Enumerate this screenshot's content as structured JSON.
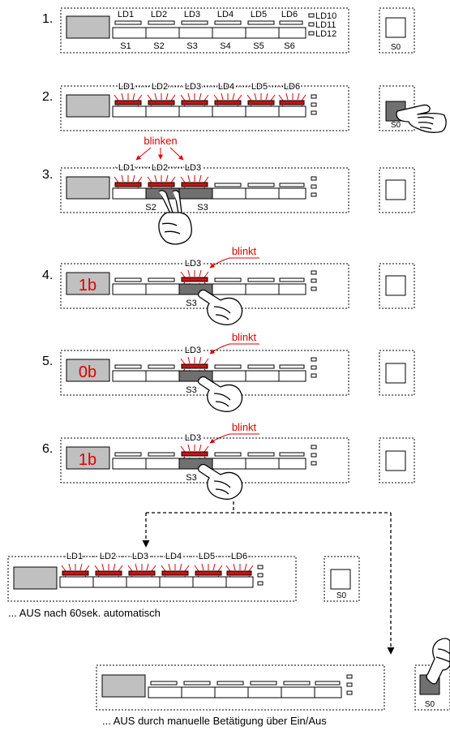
{
  "colors": {
    "led_off": "#ffffff",
    "led_on": "#cc1111",
    "display": "#c0c0c0",
    "pressed": "#707070",
    "annotation": "#dd0000",
    "line": "#000000"
  },
  "steps": [
    {
      "number": "1.",
      "led_labels": [
        "LD1",
        "LD2",
        "LD3",
        "LD4",
        "LD5",
        "LD6"
      ],
      "side_labels": [
        "LD10",
        "LD11",
        "LD12"
      ],
      "button_labels": [
        "S1",
        "S2",
        "S3",
        "S4",
        "S5",
        "S6"
      ],
      "s0_label": "S0"
    },
    {
      "number": "2.",
      "led_labels": [
        "LD1",
        "LD2",
        "LD3",
        "LD4",
        "LD5",
        "LD6"
      ],
      "s0_label": "S0"
    },
    {
      "number": "3.",
      "led_labels": [
        "LD1",
        "LD2",
        "LD3"
      ],
      "button_labels": [
        "S2",
        "S3"
      ],
      "annotation": "blinken"
    },
    {
      "number": "4.",
      "display_text": "1b",
      "led_label": "LD3",
      "button_label": "S3",
      "annotation": "blinkt"
    },
    {
      "number": "5.",
      "display_text": "0b",
      "led_label": "LD3",
      "button_label": "S3",
      "annotation": "blinkt"
    },
    {
      "number": "6.",
      "display_text": "1b",
      "led_label": "LD3",
      "button_label": "S3",
      "annotation": "blinkt"
    }
  ],
  "outcome_auto": {
    "led_labels": [
      "LD1",
      "LD2",
      "LD3",
      "LD4",
      "LD5",
      "LD6"
    ],
    "s0_label": "S0",
    "caption": "... AUS nach 60sek. automatisch"
  },
  "outcome_manual": {
    "s0_label": "S0",
    "caption": "... AUS durch manuelle Betätigung über Ein/Aus"
  }
}
